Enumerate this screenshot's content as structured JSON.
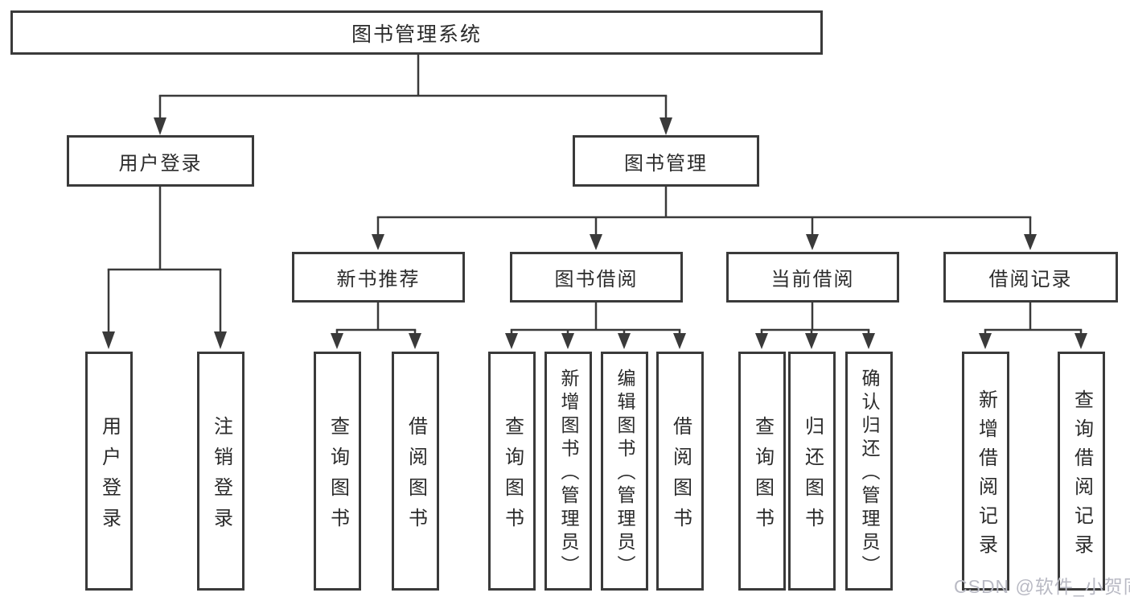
{
  "diagram": {
    "root": "图书管理系统",
    "branches": [
      {
        "label": "用户登录",
        "children": [
          {
            "label": "用户登录"
          },
          {
            "label": "注销登录"
          }
        ]
      },
      {
        "label": "图书管理",
        "children": [
          {
            "label": "新书推荐",
            "children": [
              {
                "label": "查询图书"
              },
              {
                "label": "借阅图书"
              }
            ]
          },
          {
            "label": "图书借阅",
            "children": [
              {
                "label": "查询图书"
              },
              {
                "label": "新增图书（管理员）"
              },
              {
                "label": "编辑图书（管理员）"
              },
              {
                "label": "借阅图书"
              }
            ]
          },
          {
            "label": "当前借阅",
            "children": [
              {
                "label": "查询图书"
              },
              {
                "label": "归还图书"
              },
              {
                "label": "确认归还（管理员）"
              }
            ]
          },
          {
            "label": "借阅记录",
            "children": [
              {
                "label": "新增借阅记录"
              },
              {
                "label": "查询借阅记录"
              }
            ]
          }
        ]
      }
    ]
  },
  "watermark": {
    "text": "CSDN @软件_小贺同学"
  },
  "colors": {
    "line": "#3a3a3a",
    "text": "#2b2b2b",
    "background": "#ffffff",
    "watermark": "#b9bac4"
  }
}
